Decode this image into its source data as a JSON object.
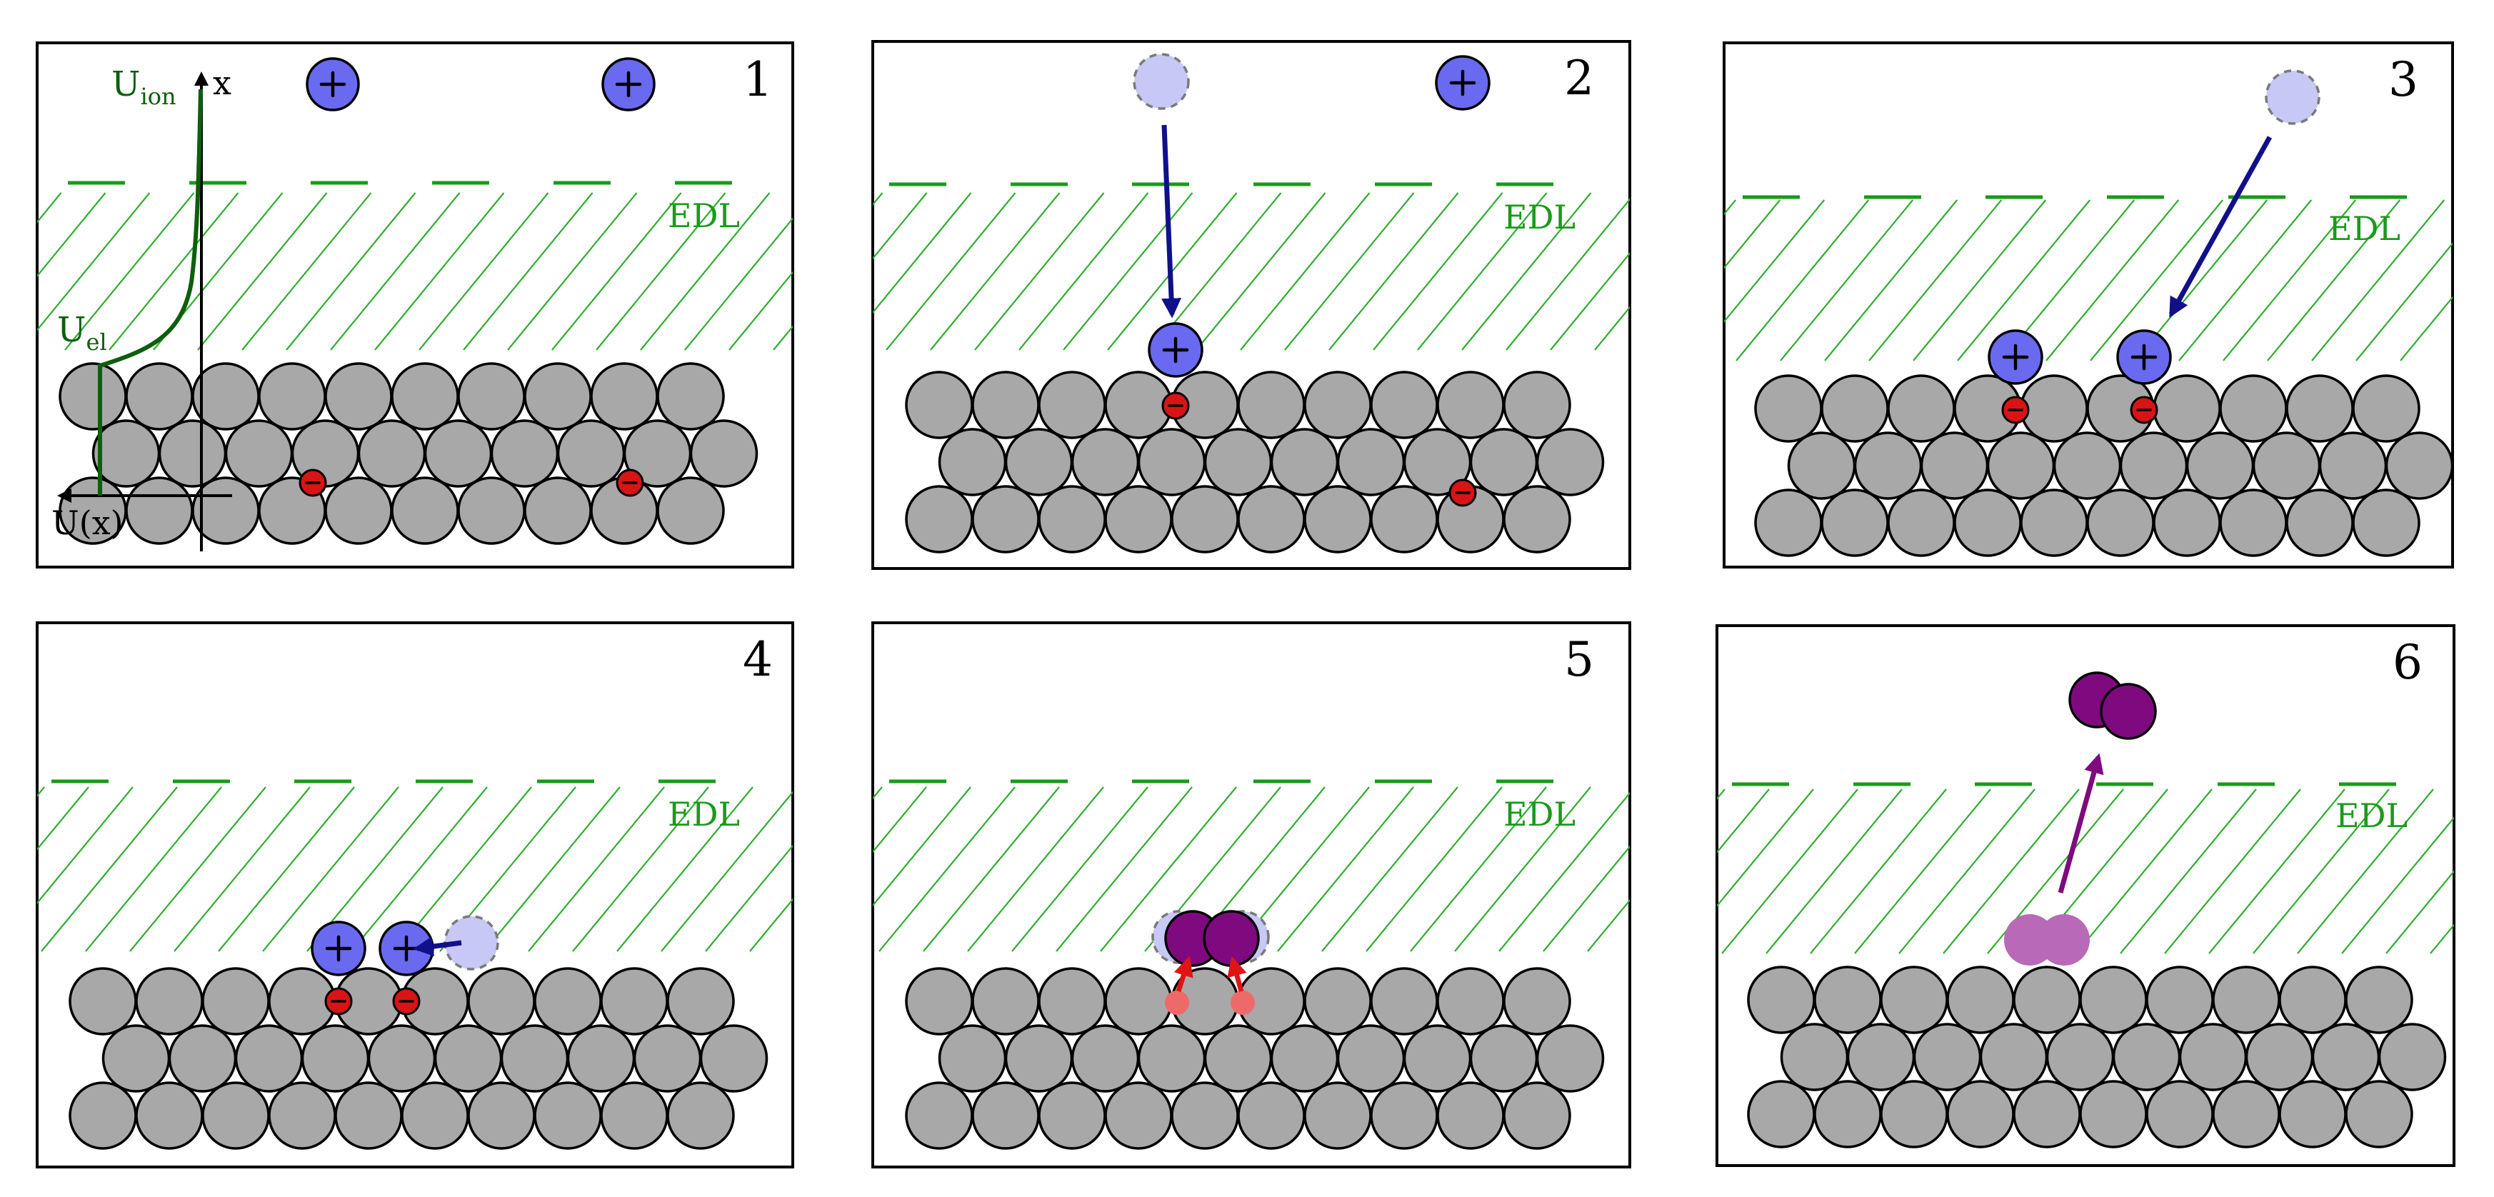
{
  "figure": {
    "edl_label": "EDL",
    "axis_x_label": "x",
    "axis_u_label": "U(x)",
    "u_ion_main": "U",
    "u_ion_sub": "ion",
    "u_el_main": "U",
    "u_el_sub": "el",
    "colors": {
      "ion": "#6a6af0",
      "ion_ghost": "#c8c8f6",
      "electron": "#d81414",
      "substrate_atom": "#a8a8a8",
      "h2_molecule": "#7f0a7f",
      "edl": "#1a9a1a",
      "potential_curve": "#0d5e0d",
      "arrow_ion_motion": "#10108a"
    }
  },
  "panels": [
    {
      "number": "1"
    },
    {
      "number": "2"
    },
    {
      "number": "3"
    },
    {
      "number": "4"
    },
    {
      "number": "5"
    },
    {
      "number": "6"
    }
  ]
}
